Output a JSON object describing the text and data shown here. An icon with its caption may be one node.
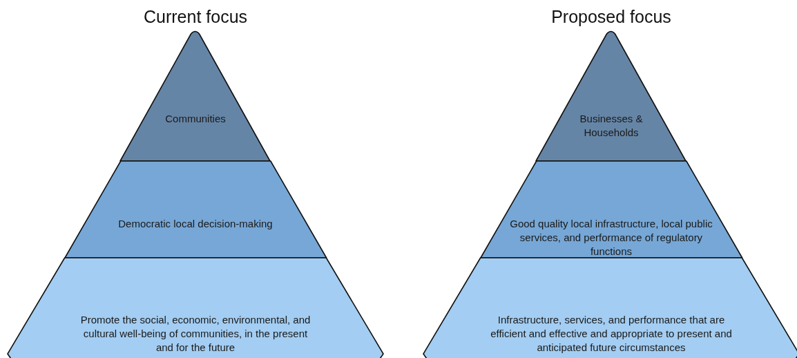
{
  "diagram": {
    "nodes": [
      {
        "text": [
          "Current focus"
        ]
      },
      {
        "text": [
          "Communities"
        ],
        "in": 0
      },
      {
        "text": [
          "Democratic local decision-making"
        ],
        "in": 0
      },
      {
        "text": [
          "Promote the social, economic, environmental, and cultural well-being of communities, in the present and for the future"
        ],
        "in": 0
      },
      {
        "text": [
          "Proposed focus"
        ]
      },
      {
        "text": [
          "Businesses & Households"
        ],
        "in": 4
      },
      {
        "text": [
          "Good quality local infrastructure, local public services, and performance of regulatory functions"
        ],
        "in": 4
      },
      {
        "text": [
          "Infrastructure, services, and performance that are efficient and effective and appropriate to present and anticipated future circumstances"
        ],
        "in": 4
      }
    ],
    "edges": []
  }
}
